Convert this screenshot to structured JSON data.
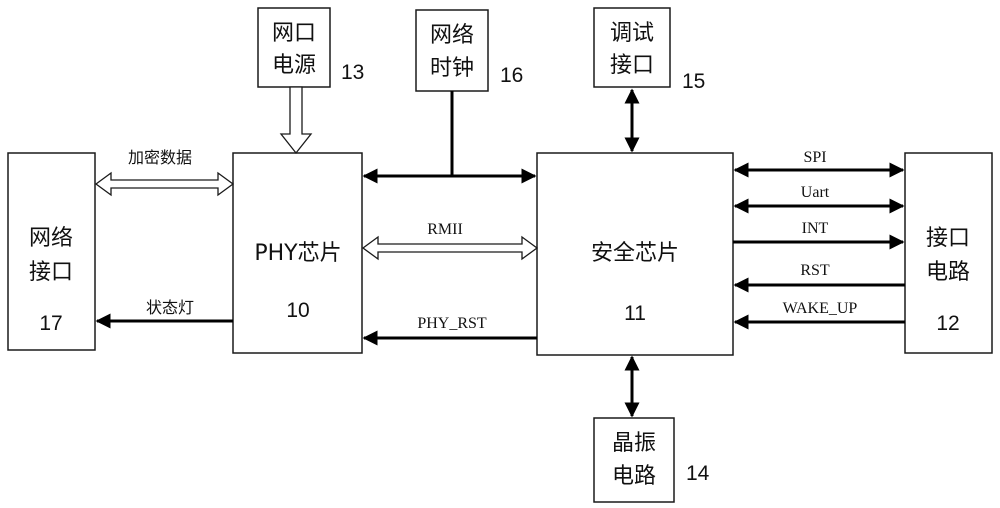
{
  "blocks": {
    "network_interface": {
      "line1": "网络",
      "line2": "接口",
      "number": "17"
    },
    "phy_chip": {
      "label": "PHY芯片",
      "number": "10"
    },
    "security_chip": {
      "label": "安全芯片",
      "number": "11"
    },
    "interface_circuit": {
      "line1": "接口",
      "line2": "电路",
      "number": "12"
    },
    "net_power": {
      "line1": "网口",
      "line2": "电源",
      "number": "13"
    },
    "net_clock": {
      "line1": "网络",
      "line2": "时钟",
      "number": "16"
    },
    "debug_port": {
      "line1": "调试",
      "line2": "接口",
      "number": "15"
    },
    "crystal": {
      "line1": "晶振",
      "line2": "电路",
      "number": "14"
    }
  },
  "signals": {
    "encrypted_data": "加密数据",
    "status_light": "状态灯",
    "rmii": "RMII",
    "phy_rst": "PHY_RST",
    "spi": "SPI",
    "uart": "Uart",
    "int": "INT",
    "rst": "RST",
    "wake_up": "WAKE_UP"
  }
}
